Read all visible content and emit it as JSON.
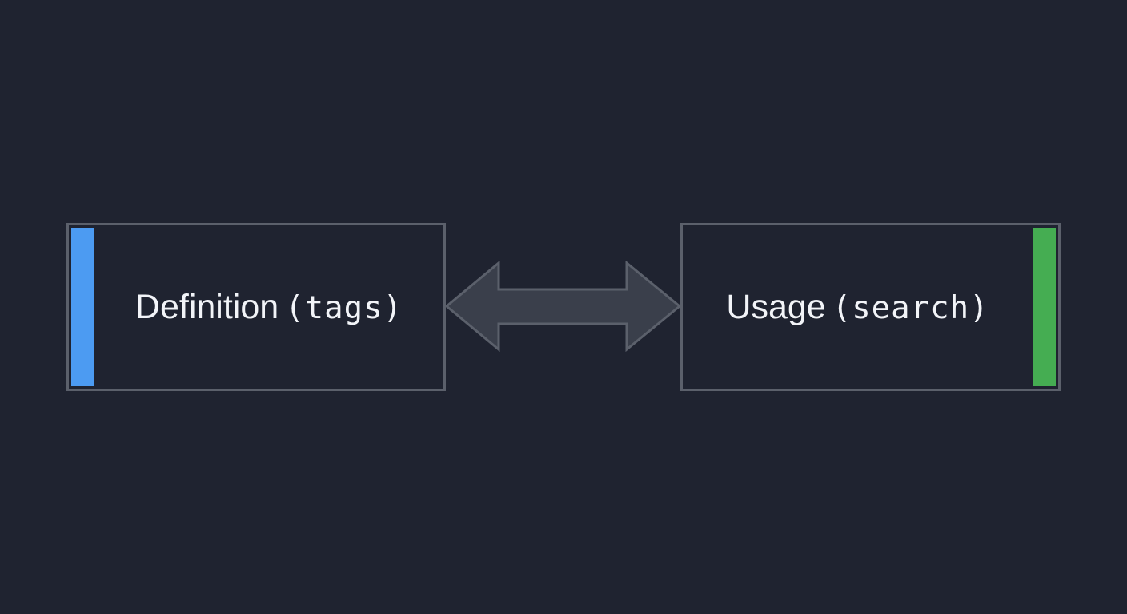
{
  "diagram": {
    "left_box": {
      "label": "Definition",
      "detail": "(tags)",
      "accent_color": "#4c9bf2"
    },
    "right_box": {
      "label": "Usage",
      "detail": "(search)",
      "accent_color": "#45ad52"
    },
    "connector": {
      "direction": "bidirectional",
      "color": "#3a3f4b"
    },
    "background_color": "#1f2330"
  }
}
